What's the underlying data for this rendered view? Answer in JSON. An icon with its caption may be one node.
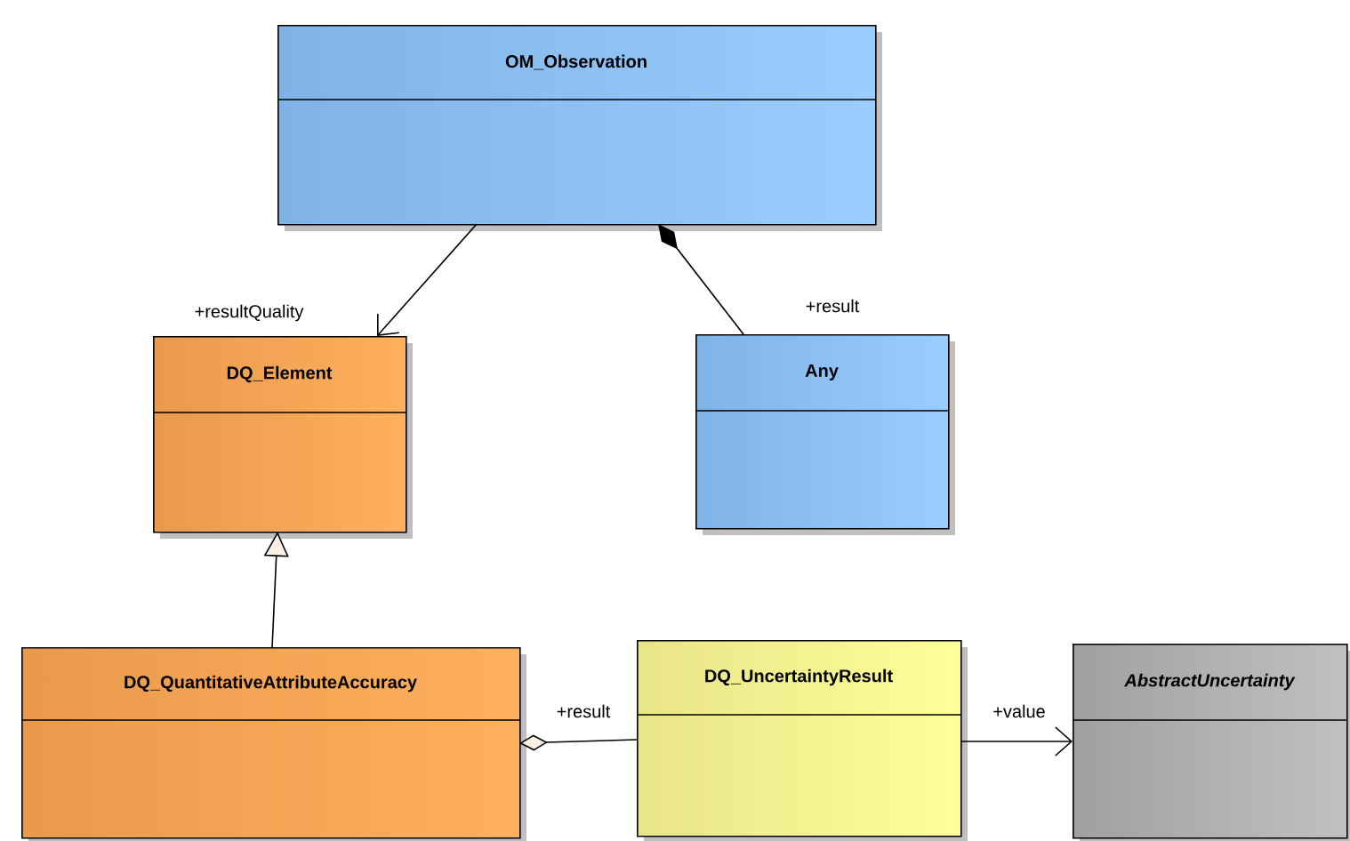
{
  "diagram": {
    "nodes": [
      {
        "text": [
          "OM_Observation"
        ]
      },
      {
        "text": [
          "DQ_Element"
        ]
      },
      {
        "text": [
          "Any"
        ]
      },
      {
        "text": [
          "DQ_QuantitativeAttributeAccuracy"
        ]
      },
      {
        "text": [
          "DQ_UncertaintyResult"
        ]
      },
      {
        "text": [
          "AbstractUncertainty"
        ]
      }
    ],
    "edges": [
      {
        "from": 0,
        "to": 1,
        "arrow": "to",
        "label": "+resultQuality"
      },
      {
        "from": 2,
        "to": 0,
        "arrow": "other",
        "label": "+result"
      },
      {
        "from": 3,
        "to": 1,
        "arrow": "to"
      },
      {
        "from": 4,
        "to": 3,
        "arrow": "other",
        "label": "+result"
      },
      {
        "from": 4,
        "to": 5,
        "arrow": "to",
        "label": "+value"
      }
    ]
  }
}
